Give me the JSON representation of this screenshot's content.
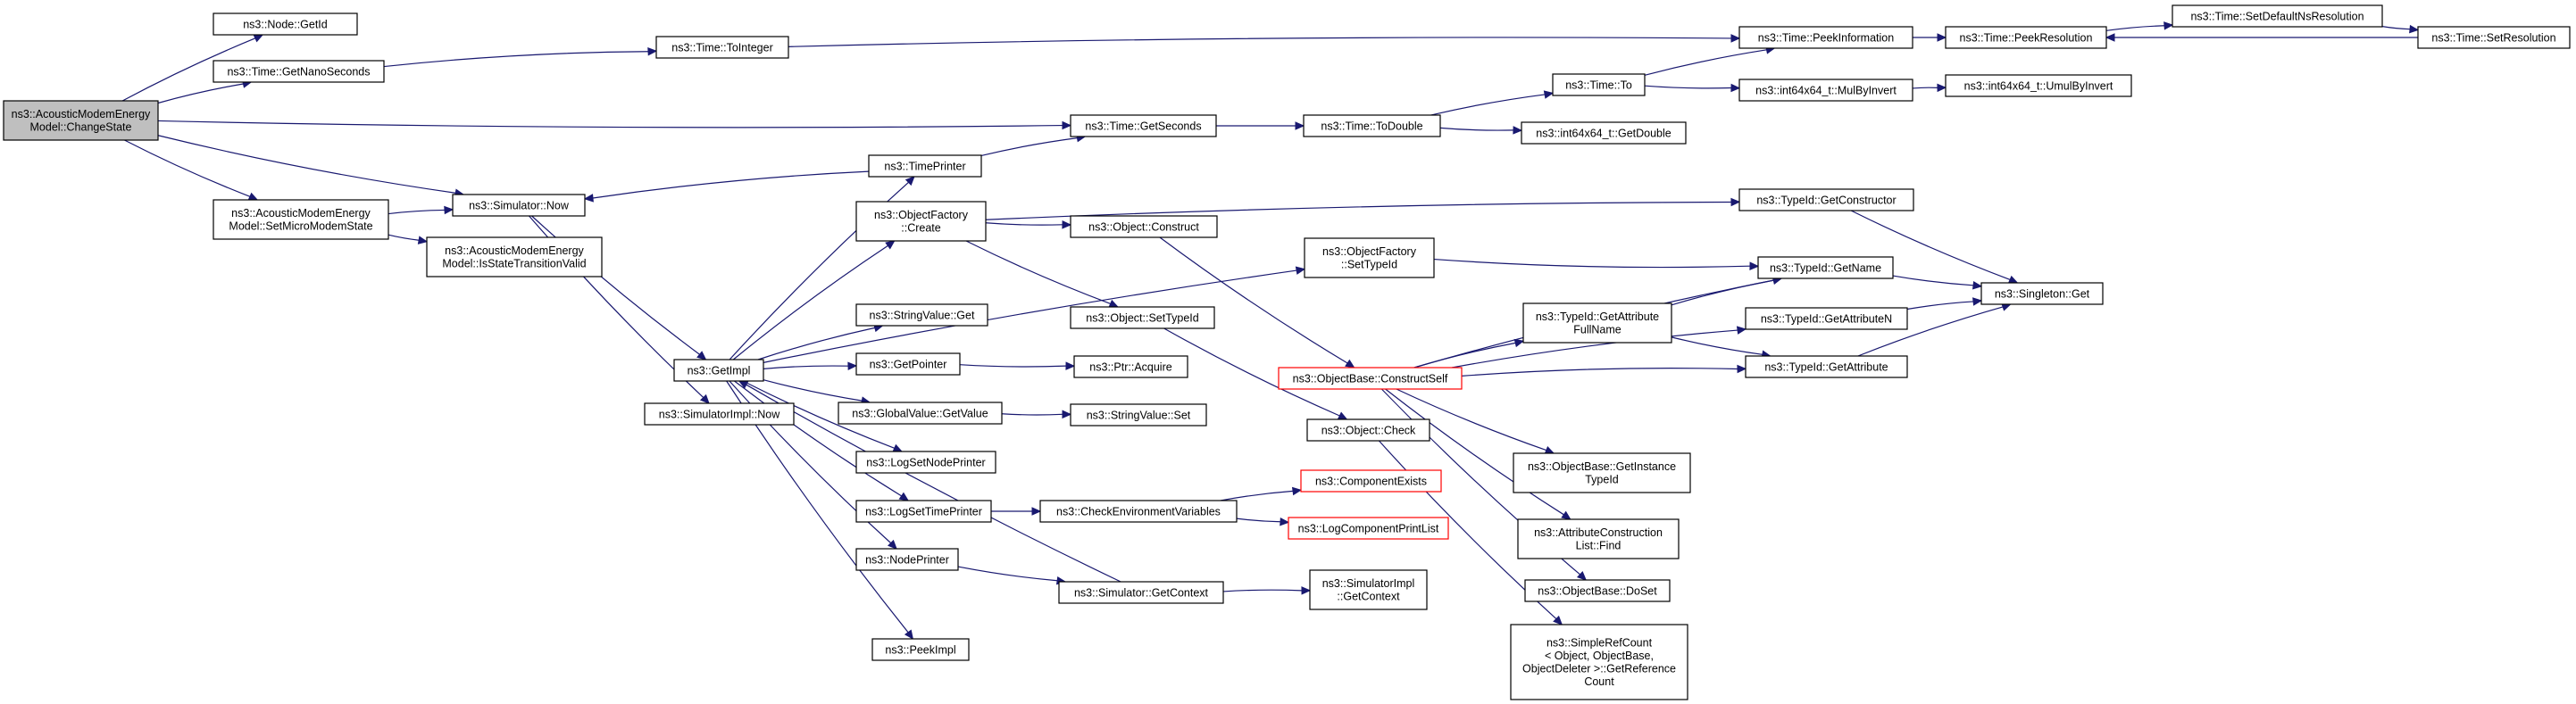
{
  "diagram": {
    "kind": "call-graph",
    "colors": {
      "edge": "#191970",
      "root_fill": "#bfbfbf",
      "node_fill": "#ffffff",
      "node_border": "#000000",
      "truncated_border": "#ff0000"
    },
    "nodes": [
      {
        "id": "root",
        "lines": [
          "ns3::AcousticModemEnergy",
          "Model::ChangeState"
        ],
        "style": "root"
      },
      {
        "id": "nodeGetId",
        "lines": [
          "ns3::Node::GetId"
        ]
      },
      {
        "id": "getNano",
        "lines": [
          "ns3::Time::GetNanoSeconds"
        ]
      },
      {
        "id": "setMicro",
        "lines": [
          "ns3::AcousticModemEnergy",
          "Model::SetMicroModemState"
        ]
      },
      {
        "id": "simNow",
        "lines": [
          "ns3::Simulator::Now"
        ]
      },
      {
        "id": "isValid",
        "lines": [
          "ns3::AcousticModemEnergy",
          "Model::IsStateTransitionValid"
        ]
      },
      {
        "id": "simImplNow",
        "lines": [
          "ns3::SimulatorImpl::Now"
        ]
      },
      {
        "id": "toInteger",
        "lines": [
          "ns3::Time::ToInteger"
        ]
      },
      {
        "id": "getImpl",
        "lines": [
          "ns3::GetImpl"
        ]
      },
      {
        "id": "timePrinter",
        "lines": [
          "ns3::TimePrinter"
        ]
      },
      {
        "id": "objFactCreate",
        "lines": [
          "ns3::ObjectFactory",
          "::Create"
        ]
      },
      {
        "id": "strValGet",
        "lines": [
          "ns3::StringValue::Get"
        ]
      },
      {
        "id": "getPointer",
        "lines": [
          "ns3::GetPointer"
        ]
      },
      {
        "id": "globalGetValue",
        "lines": [
          "ns3::GlobalValue::GetValue"
        ]
      },
      {
        "id": "logSetNode",
        "lines": [
          "ns3::LogSetNodePrinter"
        ]
      },
      {
        "id": "logSetTime",
        "lines": [
          "ns3::LogSetTimePrinter"
        ]
      },
      {
        "id": "nodePrinter",
        "lines": [
          "ns3::NodePrinter"
        ]
      },
      {
        "id": "peekImpl",
        "lines": [
          "ns3::PeekImpl"
        ]
      },
      {
        "id": "getSeconds",
        "lines": [
          "ns3::Time::GetSeconds"
        ]
      },
      {
        "id": "objConstruct",
        "lines": [
          "ns3::Object::Construct"
        ]
      },
      {
        "id": "objSetTypeId",
        "lines": [
          "ns3::Object::SetTypeId"
        ]
      },
      {
        "id": "ptrAcquire",
        "lines": [
          "ns3::Ptr::Acquire"
        ]
      },
      {
        "id": "strValSet",
        "lines": [
          "ns3::StringValue::Set"
        ]
      },
      {
        "id": "checkEnv",
        "lines": [
          "ns3::CheckEnvironmentVariables"
        ]
      },
      {
        "id": "simGetContext",
        "lines": [
          "ns3::Simulator::GetContext"
        ]
      },
      {
        "id": "toDouble",
        "lines": [
          "ns3::Time::ToDouble"
        ]
      },
      {
        "id": "objFactSetTid",
        "lines": [
          "ns3::ObjectFactory",
          "::SetTypeId"
        ]
      },
      {
        "id": "objCheck",
        "lines": [
          "ns3::Object::Check"
        ]
      },
      {
        "id": "constructSelf",
        "lines": [
          "ns3::ObjectBase::ConstructSelf"
        ],
        "style": "trunc"
      },
      {
        "id": "compExists",
        "lines": [
          "ns3::ComponentExists"
        ],
        "style": "trunc"
      },
      {
        "id": "logCompPrint",
        "lines": [
          "ns3::LogComponentPrintList"
        ],
        "style": "trunc"
      },
      {
        "id": "simImplGetCtx",
        "lines": [
          "ns3::SimulatorImpl",
          "::GetContext"
        ]
      },
      {
        "id": "timeTo",
        "lines": [
          "ns3::Time::To"
        ]
      },
      {
        "id": "int64GetDouble",
        "lines": [
          "ns3::int64x64_t::GetDouble"
        ]
      },
      {
        "id": "tidGetAttrFull",
        "lines": [
          "ns3::TypeId::GetAttribute",
          "FullName"
        ]
      },
      {
        "id": "getInstTid",
        "lines": [
          "ns3::ObjectBase::GetInstance",
          "TypeId"
        ]
      },
      {
        "id": "attrConstrFind",
        "lines": [
          "ns3::AttributeConstruction",
          "List::Find"
        ]
      },
      {
        "id": "doSet",
        "lines": [
          "ns3::ObjectBase::DoSet"
        ]
      },
      {
        "id": "simpleRefCount",
        "lines": [
          "ns3::SimpleRefCount",
          "< Object, ObjectBase,",
          "ObjectDeleter >::GetReference",
          "Count"
        ]
      },
      {
        "id": "peekInfo",
        "lines": [
          "ns3::Time::PeekInformation"
        ]
      },
      {
        "id": "mulByInvert",
        "lines": [
          "ns3::int64x64_t::MulByInvert"
        ]
      },
      {
        "id": "tidGetCtor",
        "lines": [
          "ns3::TypeId::GetConstructor"
        ]
      },
      {
        "id": "tidGetName",
        "lines": [
          "ns3::TypeId::GetName"
        ]
      },
      {
        "id": "tidGetAttrN",
        "lines": [
          "ns3::TypeId::GetAttributeN"
        ]
      },
      {
        "id": "tidGetAttr",
        "lines": [
          "ns3::TypeId::GetAttribute"
        ]
      },
      {
        "id": "peekRes",
        "lines": [
          "ns3::Time::PeekResolution"
        ]
      },
      {
        "id": "umulByInvert",
        "lines": [
          "ns3::int64x64_t::UmulByInvert"
        ]
      },
      {
        "id": "singletonGet",
        "lines": [
          "ns3::Singleton::Get"
        ]
      },
      {
        "id": "setDefaultNs",
        "lines": [
          "ns3::Time::SetDefaultNsResolution"
        ]
      },
      {
        "id": "setRes",
        "lines": [
          "ns3::Time::SetResolution"
        ]
      }
    ],
    "edges": [
      [
        "root",
        "nodeGetId"
      ],
      [
        "root",
        "getNano"
      ],
      [
        "root",
        "getSeconds"
      ],
      [
        "root",
        "simNow"
      ],
      [
        "root",
        "setMicro"
      ],
      [
        "getNano",
        "toInteger"
      ],
      [
        "toInteger",
        "peekInfo"
      ],
      [
        "setMicro",
        "simNow"
      ],
      [
        "setMicro",
        "isValid"
      ],
      [
        "simNow",
        "getImpl"
      ],
      [
        "simNow",
        "simImplNow"
      ],
      [
        "timePrinter",
        "simNow"
      ],
      [
        "timePrinter",
        "getSeconds"
      ],
      [
        "getImpl",
        "timePrinter"
      ],
      [
        "getImpl",
        "objFactCreate"
      ],
      [
        "getImpl",
        "objFactSetTid"
      ],
      [
        "getImpl",
        "strValGet"
      ],
      [
        "getImpl",
        "getPointer"
      ],
      [
        "getImpl",
        "globalGetValue"
      ],
      [
        "getImpl",
        "logSetNode"
      ],
      [
        "getImpl",
        "logSetTime"
      ],
      [
        "getImpl",
        "nodePrinter"
      ],
      [
        "getImpl",
        "peekImpl"
      ],
      [
        "simGetContext",
        "getImpl"
      ],
      [
        "objFactCreate",
        "tidGetCtor"
      ],
      [
        "objFactCreate",
        "objConstruct"
      ],
      [
        "objFactCreate",
        "objSetTypeId"
      ],
      [
        "objConstruct",
        "constructSelf"
      ],
      [
        "objSetTypeId",
        "objCheck"
      ],
      [
        "getPointer",
        "ptrAcquire"
      ],
      [
        "globalGetValue",
        "strValSet"
      ],
      [
        "logSetTime",
        "checkEnv"
      ],
      [
        "checkEnv",
        "compExists"
      ],
      [
        "checkEnv",
        "logCompPrint"
      ],
      [
        "nodePrinter",
        "simGetContext"
      ],
      [
        "simGetContext",
        "simImplGetCtx"
      ],
      [
        "getSeconds",
        "toDouble"
      ],
      [
        "toDouble",
        "timeTo"
      ],
      [
        "toDouble",
        "int64GetDouble"
      ],
      [
        "timeTo",
        "peekInfo"
      ],
      [
        "timeTo",
        "mulByInvert"
      ],
      [
        "mulByInvert",
        "umulByInvert"
      ],
      [
        "peekInfo",
        "peekRes"
      ],
      [
        "peekRes",
        "setDefaultNs"
      ],
      [
        "setDefaultNs",
        "setRes"
      ],
      [
        "setRes",
        "peekRes"
      ],
      [
        "objFactSetTid",
        "tidGetName"
      ],
      [
        "constructSelf",
        "tidGetName"
      ],
      [
        "constructSelf",
        "tidGetAttrFull"
      ],
      [
        "constructSelf",
        "tidGetAttrN"
      ],
      [
        "constructSelf",
        "tidGetAttr"
      ],
      [
        "constructSelf",
        "getInstTid"
      ],
      [
        "constructSelf",
        "attrConstrFind"
      ],
      [
        "constructSelf",
        "doSet"
      ],
      [
        "objCheck",
        "simpleRefCount"
      ],
      [
        "tidGetAttrFull",
        "tidGetName"
      ],
      [
        "tidGetAttrFull",
        "tidGetAttr"
      ],
      [
        "tidGetCtor",
        "singletonGet"
      ],
      [
        "tidGetName",
        "singletonGet"
      ],
      [
        "tidGetAttrN",
        "singletonGet"
      ],
      [
        "tidGetAttr",
        "singletonGet"
      ]
    ]
  }
}
